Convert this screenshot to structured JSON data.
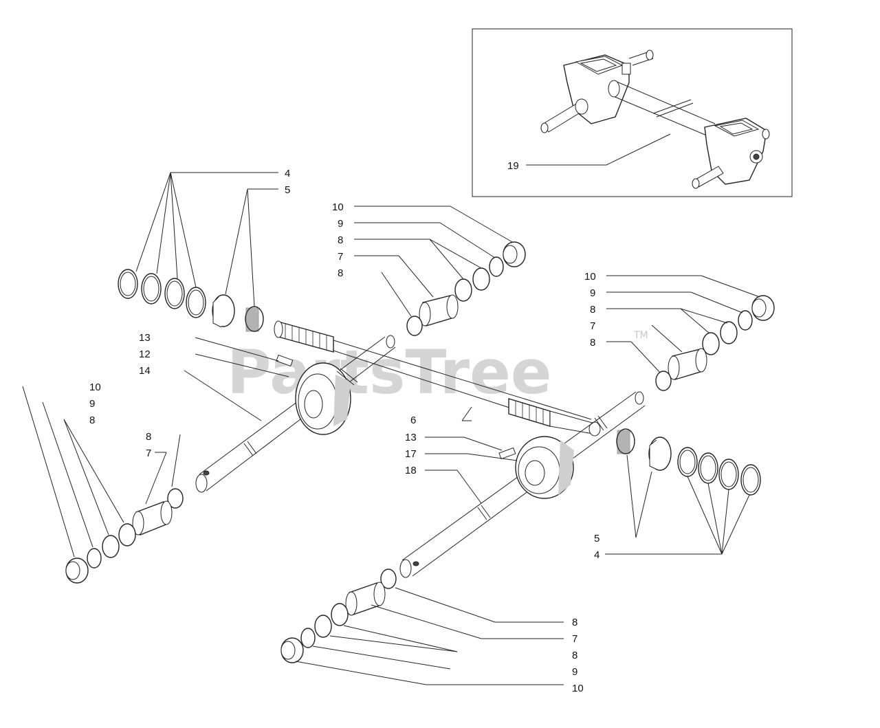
{
  "watermark": {
    "text": "PartsTree",
    "tm": "TM"
  },
  "callouts": {
    "inset_19": "19",
    "tl_4": "4",
    "tl_5": "5",
    "tc_10": "10",
    "tc_9": "9",
    "tc_8a": "8",
    "tc_7": "7",
    "tc_8b": "8",
    "tr_10": "10",
    "tr_9": "9",
    "tr_8a": "8",
    "tr_7": "7",
    "tr_8b": "8",
    "l_13": "13",
    "l_12": "12",
    "l_14": "14",
    "ll_10": "10",
    "ll_9": "9",
    "ll_8": "8",
    "lm_8": "8",
    "lm_7": "7",
    "c_6": "6",
    "c_13": "13",
    "c_17": "17",
    "c_18": "18",
    "r_5": "5",
    "r_4": "4",
    "b_8a": "8",
    "b_7": "7",
    "b_8b": "8",
    "b_9": "9",
    "b_10": "10"
  }
}
